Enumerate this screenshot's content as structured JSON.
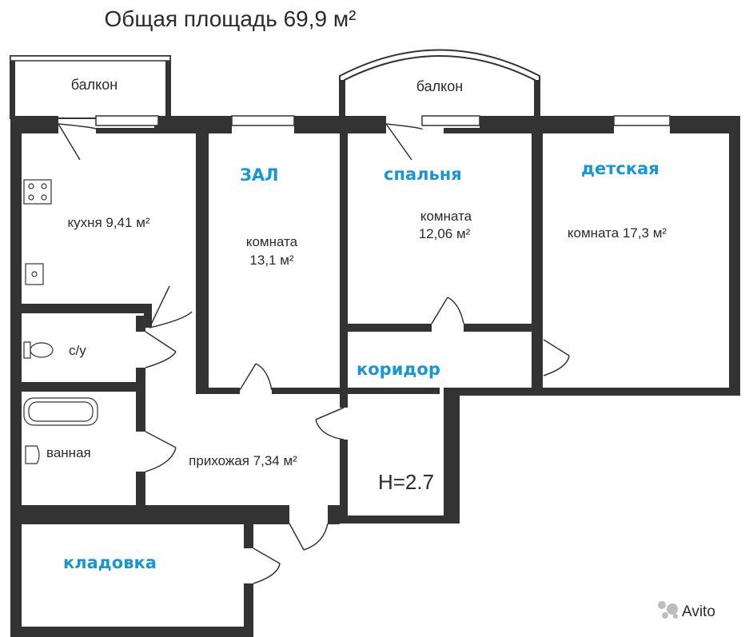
{
  "title": "Общая площадь 69,9 м²",
  "height_note": "H=2.7",
  "colors": {
    "wall": "#333333",
    "accent": "#1a96d2",
    "text": "#2b2b2b",
    "watermark": "#bdbdbd"
  },
  "balconies": {
    "left": "балкон",
    "center": "балкон"
  },
  "rooms": {
    "kitchen": "кухня 9,41 м²",
    "living_line1": "комната",
    "living_line2": "13,1 м²",
    "bedroom_line1": "комната",
    "bedroom_line2": "12,06 м²",
    "kids_room": "комната 17,3 м²",
    "toilet": "с/у",
    "bathroom": "ванная",
    "hallway": "прихожая 7,34 м²"
  },
  "tags": {
    "living": "ЗАЛ",
    "bedroom": "спальня",
    "kids": "детская",
    "corridor": "коридор",
    "storage": "кладовка"
  },
  "watermark": "Avito"
}
